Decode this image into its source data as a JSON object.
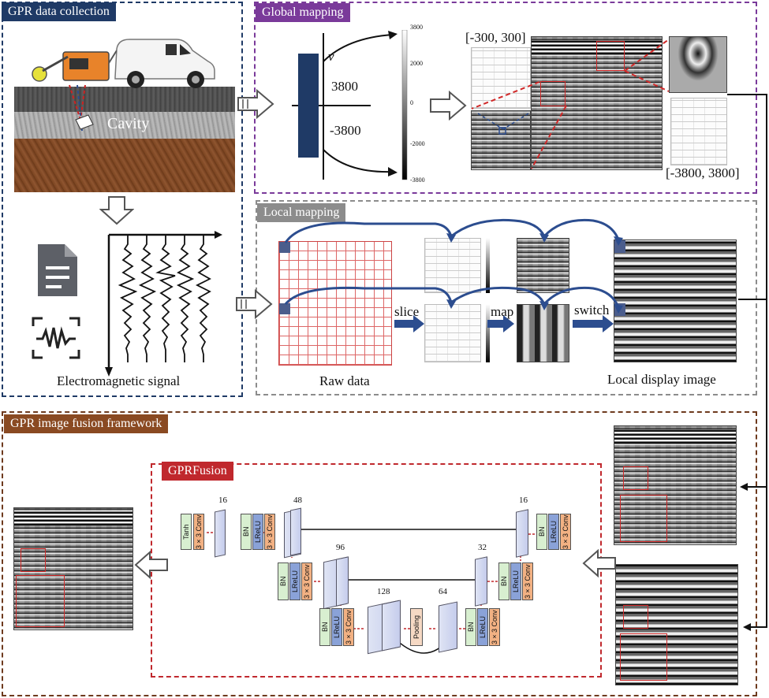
{
  "panels": {
    "collection": {
      "title": "GPR data collection",
      "color": "#1f3a66"
    },
    "global": {
      "title": "Global mapping",
      "color": "#7a3a9a"
    },
    "local": {
      "title": "Local mapping",
      "color": "#8c8c8c"
    },
    "fusion": {
      "title": "GPR image fusion framework",
      "color": "#8a4a22"
    },
    "gprfusion": {
      "title": "GPRFusion",
      "color": "#c0282d"
    }
  },
  "collection": {
    "cavity_label": "Cavity",
    "signal_label": "Electromagnetic signal"
  },
  "global": {
    "axis_label": "v",
    "upper_value": "3800",
    "lower_value": "-3800",
    "colorbar_ticks": [
      "3800",
      "2000",
      "0",
      "-2000",
      "-3800"
    ],
    "range_small": "[-300, 300]",
    "range_large": "[-3800, 3800]"
  },
  "local": {
    "raw_label": "Raw data",
    "slice_label": "slice",
    "map_label": "map",
    "switch_label": "switch",
    "display_label": "Local display image"
  },
  "network": {
    "channels": [
      "16",
      "48",
      "96",
      "128",
      "64",
      "32",
      "16"
    ],
    "layers": {
      "tanh": "Tanh",
      "conv": "3×3 Conv",
      "bn": "BN",
      "lrelu": "LReLU",
      "pooling": "Pooling"
    }
  },
  "colors": {
    "arrow_blue": "#2c4d8f",
    "red_box": "#d02828",
    "bn": "#d8efd0",
    "lrelu": "#8aa2d8",
    "conv": "#f2b183",
    "tanh": "#d8efd0",
    "pooling": "#f6d9c4"
  }
}
